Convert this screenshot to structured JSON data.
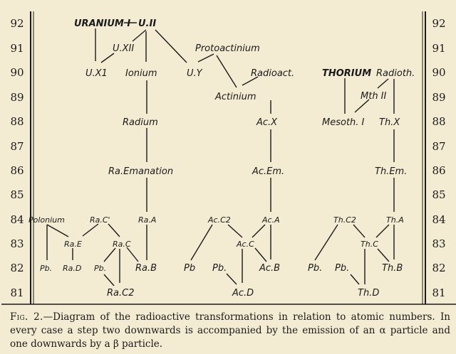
{
  "figure": {
    "atomic_numbers": [
      "92",
      "91",
      "90",
      "89",
      "88",
      "87",
      "86",
      "85",
      "84",
      "83",
      "82",
      "81"
    ],
    "nodes": {
      "uranium": "URANIUM I",
      "u2": "U.II",
      "ux1": "U.X1",
      "ux2": "U.XII",
      "ionium": "Ionium",
      "uy": "U.Y",
      "protoactinium": "Protoactinium",
      "radioact": "Radioact.",
      "actinium": "Actinium",
      "thorium": "THORIUM",
      "radioth": "Radioth.",
      "mth2": "Mth II",
      "mesoth1": "Mesoth. I",
      "thx": "Th.X",
      "radium": "Radium",
      "acx": "Ac.X",
      "raem": "Ra.Emanation",
      "acem": "Ac.Em.",
      "them": "Th.Em.",
      "polonium": "Polonium",
      "rac1": "Ra.C'",
      "raa": "Ra.A",
      "acc2": "Ac.C2",
      "aca": "Ac.A",
      "thc2": "Th.C2",
      "tha": "Th.A",
      "rae": "Ra.E",
      "rac": "Ra.C",
      "acc": "Ac.C",
      "thc": "Th.C",
      "pb1": "Pb.",
      "rad": "Ra.D",
      "pb2": "Pb.",
      "rab": "Ra.B",
      "pb3": "Pb",
      "pb4": "Pb.",
      "acb": "Ac.B",
      "pb5": "Pb.",
      "pb6": "Pb.",
      "thb": "Th.B",
      "rac2": "Ra.C2",
      "acd": "Ac.D",
      "thd": "Th.D"
    }
  },
  "caption": {
    "label": "Fig. 2.",
    "text": "—Diagram of the radioactive transformations in relation to atomic numbers.  In every case a step two downwards is accompanied by the emission of an α particle and one downwards by a β particle."
  }
}
